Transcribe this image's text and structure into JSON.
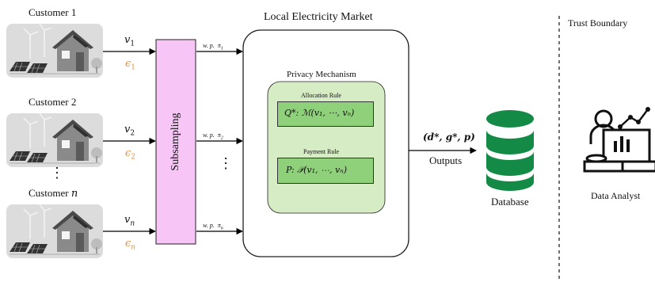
{
  "customers": [
    {
      "name_prefix": "Customer ",
      "name_index": "1",
      "value": "v",
      "value_sub": "1",
      "privacy": "ϵ",
      "privacy_sub": "1"
    },
    {
      "name_prefix": "Customer ",
      "name_index": "2",
      "value": "v",
      "value_sub": "2",
      "privacy": "ϵ",
      "privacy_sub": "2"
    },
    {
      "name_prefix": "Customer ",
      "name_index": "n",
      "value": "v",
      "value_sub": "n",
      "privacy": "ϵ",
      "privacy_sub": "n"
    }
  ],
  "ellipsis": "⋮",
  "subsampling": {
    "label": "Subsampling"
  },
  "probabilities": [
    {
      "prefix": "w. p.",
      "symbol": "π",
      "sub": "1"
    },
    {
      "prefix": "w. p.",
      "symbol": "π",
      "sub": "2"
    },
    {
      "prefix": "w. p.",
      "symbol": "π",
      "sub": "n"
    }
  ],
  "market": {
    "title": "Local Electricity Market",
    "privacy_mechanism": {
      "title": "Privacy Mechanism",
      "allocation": {
        "title": "Allocation Rule",
        "formula": "Q*: ℳ(v₁, ⋯, vₙ)"
      },
      "payment": {
        "title": "Payment Rule",
        "formula": "P: 𝒫(v₁, ⋯, vₙ)"
      }
    }
  },
  "outputs": {
    "tuple": "(d*, g*, p)",
    "label": "Outputs"
  },
  "database": {
    "label": "Database"
  },
  "trust_boundary": {
    "label": "Trust Boundary"
  },
  "analyst": {
    "label": "Data Analyst"
  },
  "colors": {
    "subsampling_fill": "#f7c6f7",
    "mechanism_fill": "#d6ecc4",
    "rule_fill": "#8fd07a",
    "database_green": "#138a45",
    "privacy_orange": "#e8913a"
  }
}
